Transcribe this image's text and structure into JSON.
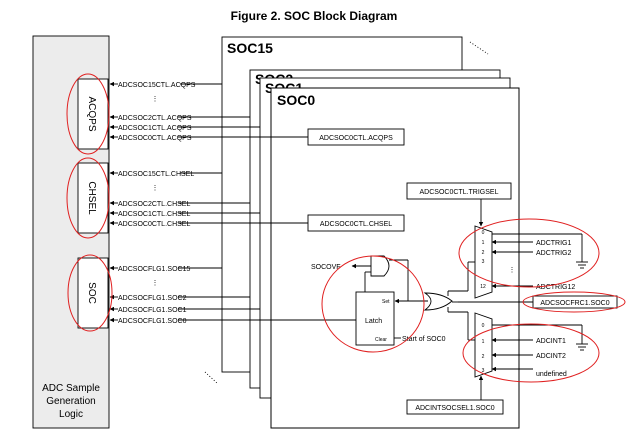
{
  "figure": {
    "title": "Figure 2. SOC Block Diagram"
  },
  "soc_stack": {
    "back_label": "SOC15",
    "mid_labels": [
      "SOC2",
      "SOC1"
    ],
    "front_label": "SOC0"
  },
  "left_panel": {
    "acqps_label": "ACQPS",
    "chsel_label": "CHSEL",
    "soc_label": "SOC",
    "caption_lines": [
      "ADC Sample",
      "Generation",
      "Logic"
    ]
  },
  "signals": {
    "acqps": [
      "ADCSOC15CTL.ACQPS",
      "ADCSOC2CTL.ACQPS",
      "ADCSOC1CTL.ACQPS",
      "ADCSOC0CTL.ACQPS"
    ],
    "chsel": [
      "ADCSOC15CTL.CHSEL",
      "ADCSOC2CTL.CHSEL",
      "ADCSOC1CTL.CHSEL",
      "ADCSOC0CTL.CHSEL"
    ],
    "soc": [
      "ADCSOCFLG1.SOC15",
      "ADCSOCFLG1.SOC2",
      "ADCSOCFLG1.SOC1",
      "ADCSOCFLG1.SOC0"
    ]
  },
  "soc0": {
    "acqps_box": "ADCSOC0CTL.ACQPS",
    "chsel_box": "ADCSOC0CTL.CHSEL",
    "trigsel_box": "ADCSOC0CTL.TRIGSEL",
    "socovf": "SOCOVF",
    "latch": {
      "label": "Latch",
      "set": "Set",
      "clear": "Clear"
    },
    "start_label": "Start of SOC0",
    "trigger_mux": {
      "inputs": [
        "0",
        "1",
        "2",
        "3",
        "12"
      ],
      "signals": [
        "ADCTRIG1",
        "ADCTRIG2",
        "ADCTRIG12"
      ]
    },
    "force_box": "ADCSOCFRC1.SOC0",
    "int_mux": {
      "inputs": [
        "0",
        "1",
        "2",
        "3"
      ],
      "signals": [
        "ADCINT1",
        "ADCINT2",
        "undefined"
      ]
    },
    "intsel_box": "ADCINTSOCSEL1.SOC0"
  }
}
